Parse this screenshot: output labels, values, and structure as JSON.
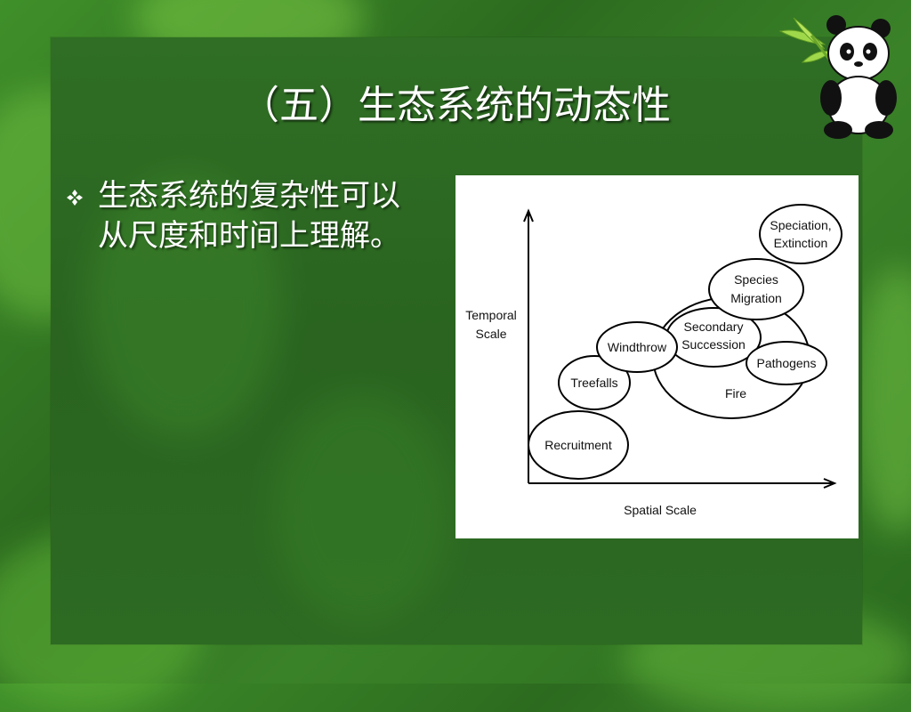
{
  "slide": {
    "title": "（五）生态系统的动态性",
    "bullet": {
      "icon": "diamond-bullet-icon",
      "text": "生态系统的复杂性可以从尺度和时间上理解。"
    }
  },
  "diagram": {
    "y_axis_label_line1": "Temporal",
    "y_axis_label_line2": "Scale",
    "x_axis_label": "Spatial Scale",
    "nodes": {
      "recruitment": "Recruitment",
      "treefalls": "Treefalls",
      "windthrow": "Windthrow",
      "secondary_line1": "Secondary",
      "secondary_line2": "Succession",
      "fire": "Fire",
      "pathogens": "Pathogens",
      "species_line1": "Species",
      "species_line2": "Migration",
      "speciation_line1": "Speciation,",
      "speciation_line2": "Extinction"
    }
  },
  "decorations": {
    "panda": "panda-with-bamboo-icon"
  },
  "colors": {
    "background": "#2f6e24",
    "text": "#ffffff",
    "bullet": "#ffffff"
  }
}
